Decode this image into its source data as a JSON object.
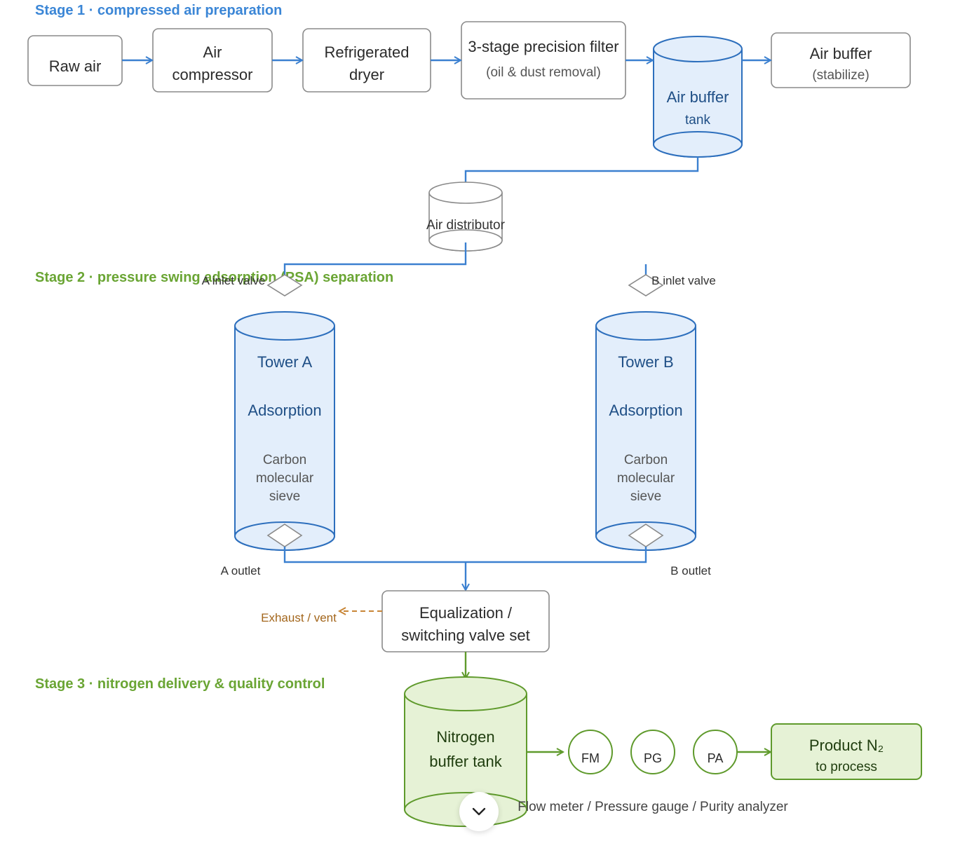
{
  "stages": {
    "stage1": "Stage 1 · compressed air preparation",
    "stage2": "Stage 2 · pressure swing adsorption (PSA) separation",
    "stage3": "Stage 3 · nitrogen delivery & quality control"
  },
  "stage1_nodes": {
    "raw_air": "Raw air",
    "compressor_l1": "Air",
    "compressor_l2": "compressor",
    "dryer_l1": "Refrigerated",
    "dryer_l2": "dryer",
    "filter_l1": "3-stage precision filter",
    "filter_l2": "(oil & dust removal)",
    "buffer_tank_l1": "Air buffer",
    "buffer_tank_l2": "tank",
    "air_buffer_l1": "Air buffer",
    "air_buffer_l2": "(stabilize)"
  },
  "stage2_nodes": {
    "distributor": "Air distributor",
    "a_inlet": "A inlet valve",
    "b_inlet": "B inlet valve",
    "tower_a": {
      "title": "Tower A",
      "mode": "Adsorption",
      "media_l1": "Carbon",
      "media_l2": "molecular",
      "media_l3": "sieve"
    },
    "tower_b": {
      "title": "Tower B",
      "mode": "Adsorption",
      "media_l1": "Carbon",
      "media_l2": "molecular",
      "media_l3": "sieve"
    },
    "a_outlet": "A outlet",
    "b_outlet": "B outlet",
    "valve_set_l1": "Equalization /",
    "valve_set_l2": "switching valve set",
    "exhaust": "Exhaust / vent"
  },
  "stage3_nodes": {
    "n2_tank_l1": "Nitrogen",
    "n2_tank_l2": "buffer tank",
    "fm": "FM",
    "pg": "PG",
    "pa": "PA",
    "instruments_caption": "Flow meter / Pressure gauge / Purity analyzer",
    "product_l1": "Product N₂",
    "product_l2": "to process"
  },
  "colors": {
    "air_line": "#3b80d0",
    "nitrogen_line": "#5f9a2c",
    "vent_line": "#c88536",
    "stage1_title": "#3b86d6",
    "stage_green_title": "#6aa534"
  },
  "icons": {
    "scroll_button": "chevron-down-icon"
  }
}
